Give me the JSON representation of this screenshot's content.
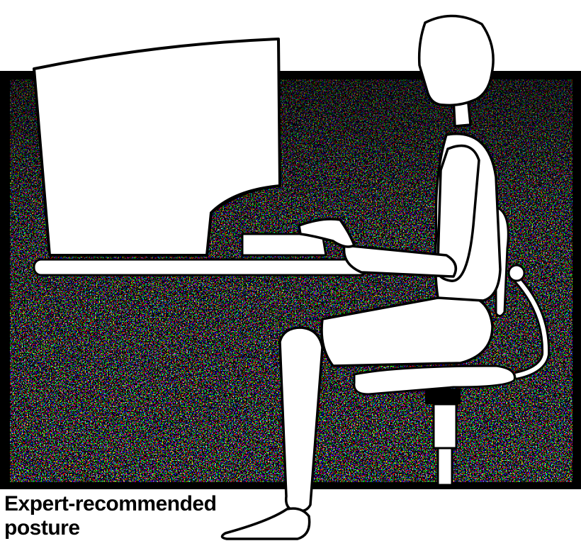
{
  "caption": {
    "line1": "Expert-recommended",
    "line2": "posture"
  },
  "colors": {
    "ink": "#000000",
    "paper": "#ffffff"
  },
  "icons": {
    "scene": "ergonomic-seated-figure-illustration"
  }
}
